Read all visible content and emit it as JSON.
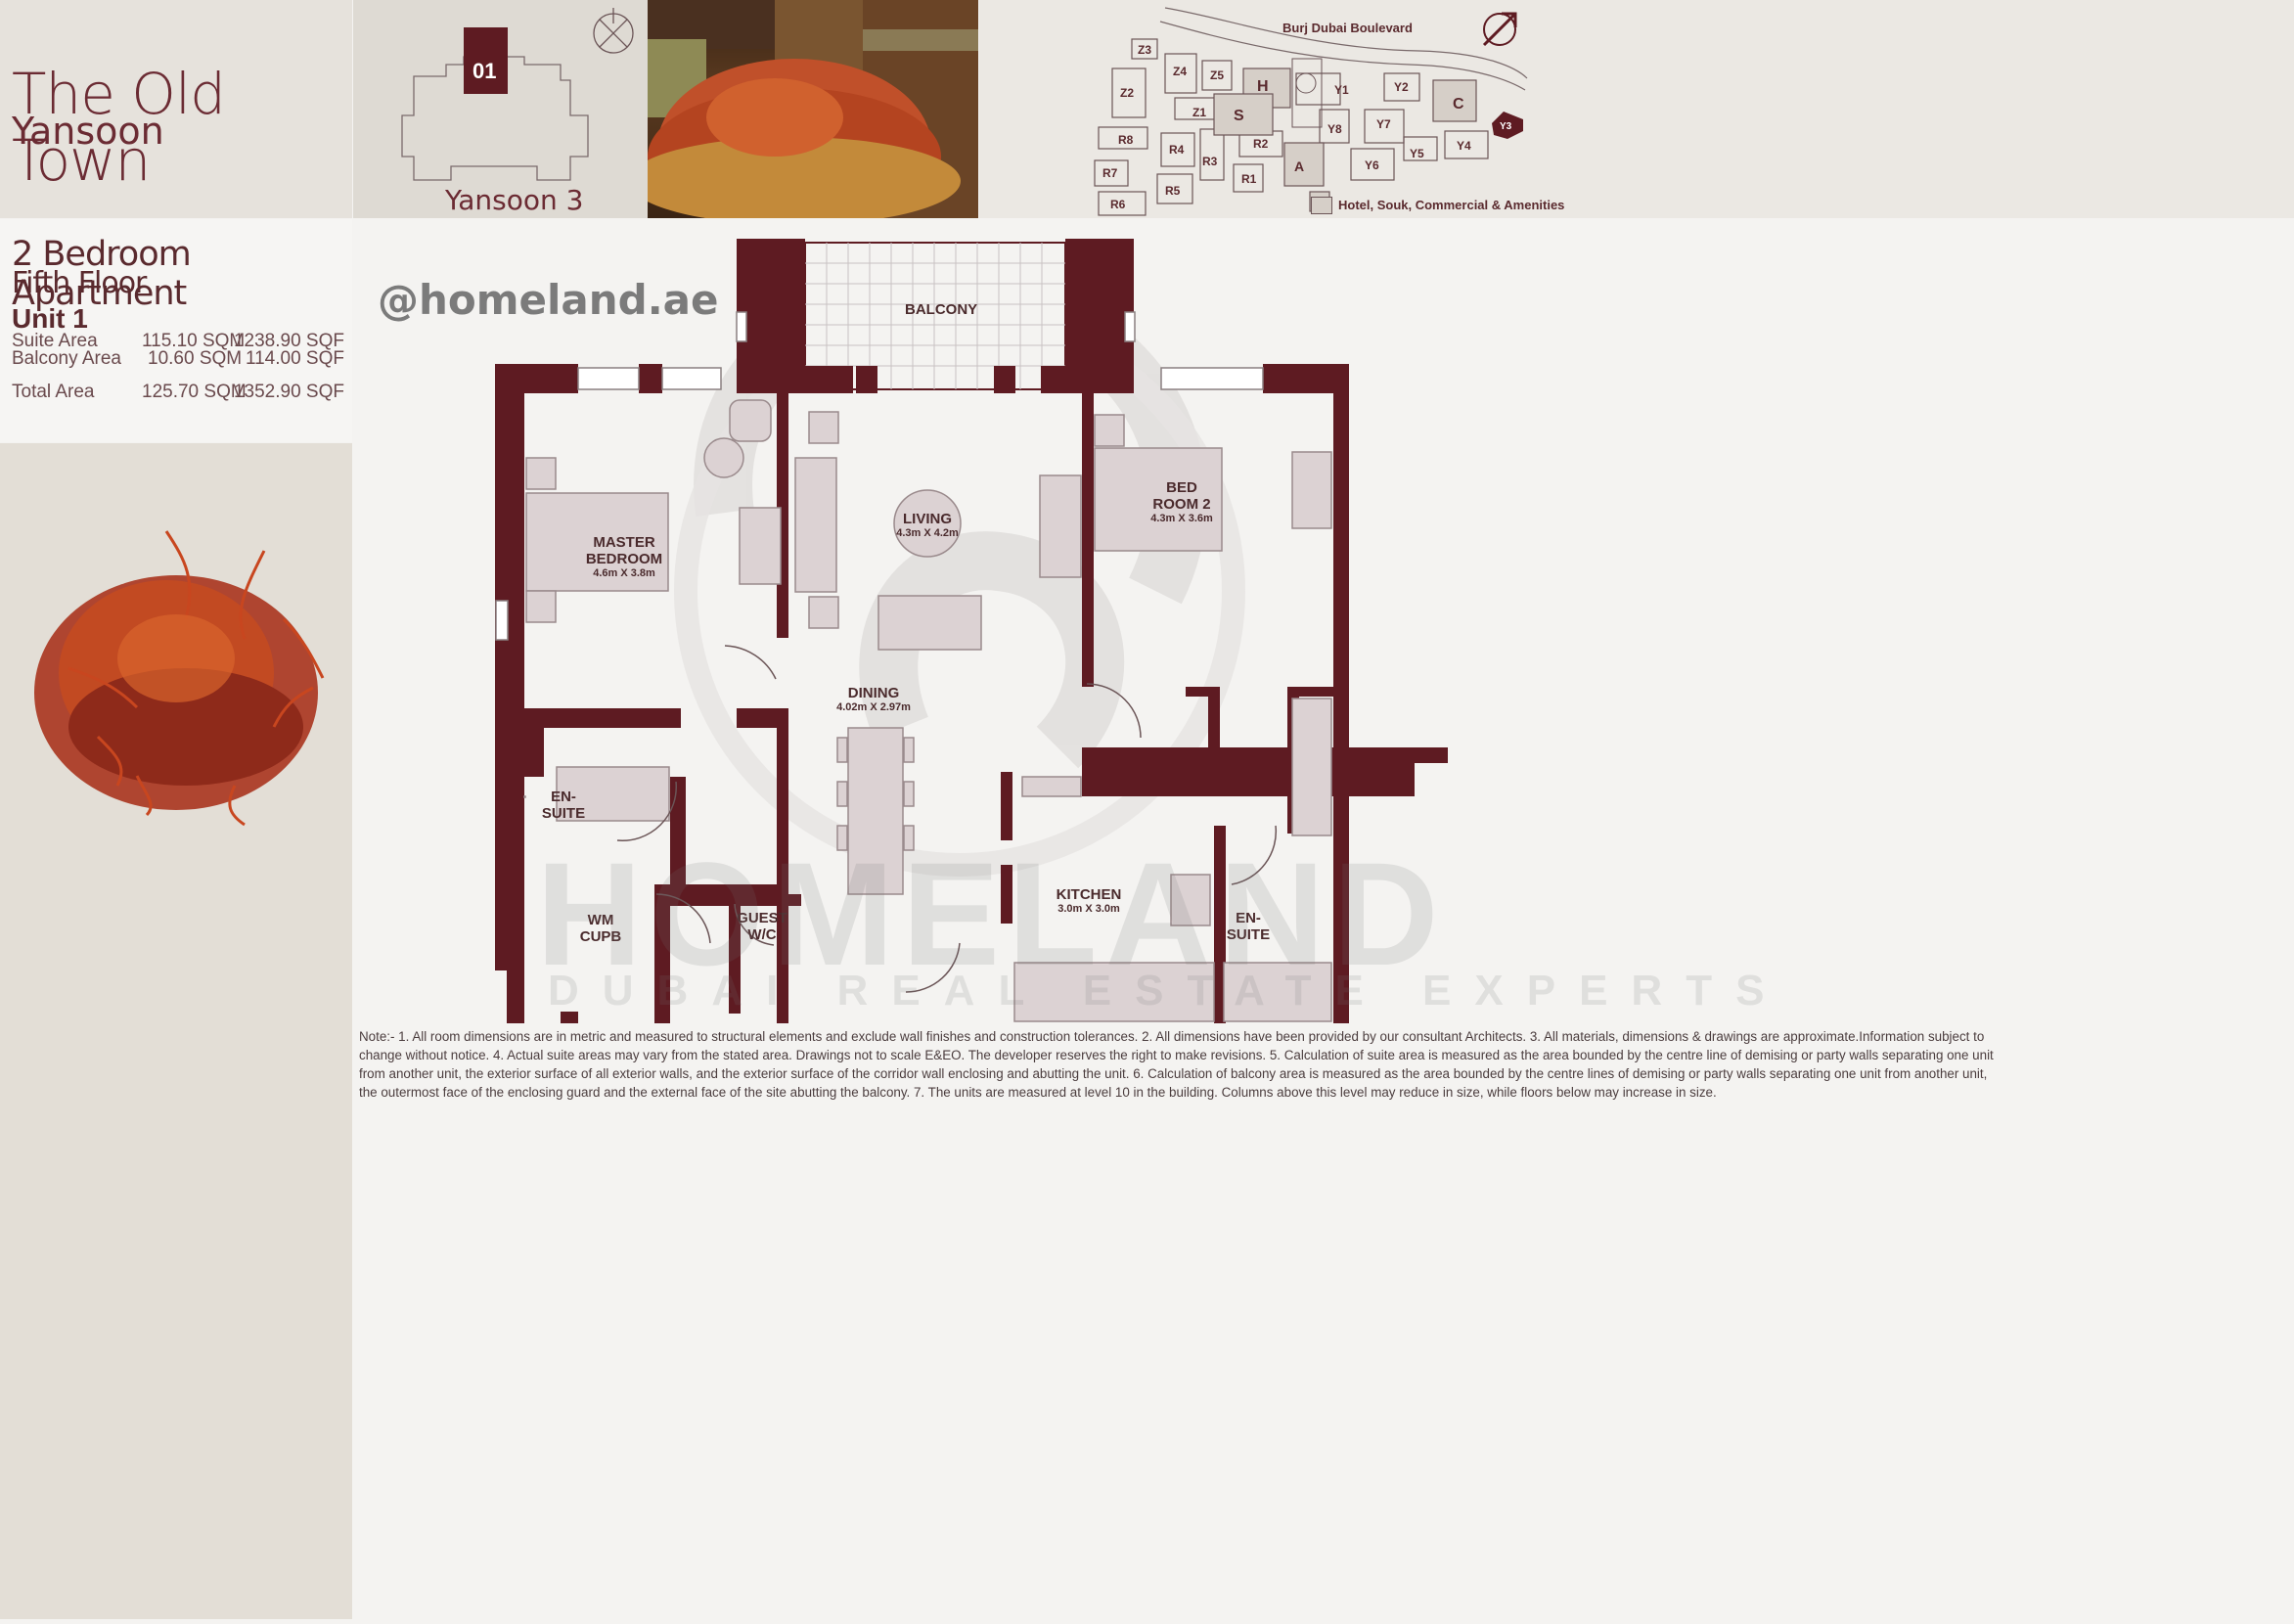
{
  "header": {
    "project_title": "The Old Town",
    "project_subtitle": "Yansoon",
    "building_name": "Yansoon 3",
    "unit_number_badge": "01"
  },
  "details": {
    "apartment_type": "2 Bedroom Apartment",
    "floor": "Fifth Floor",
    "unit": "Unit 1",
    "areas": [
      {
        "label": "Suite Area",
        "sqm": "115.10 SQM",
        "sqf": "1238.90 SQF"
      },
      {
        "label": "Balcony  Area",
        "sqm": "10.60 SQM",
        "sqf": "114.00 SQF"
      },
      {
        "label": "Total Area",
        "sqm": "125.70 SQM",
        "sqf": "1352.90 SQF"
      }
    ]
  },
  "watermark": {
    "handle": "@homeland.ae",
    "brand": "HOMELAND",
    "tagline": "DUBAI REAL ESTATE EXPERTS"
  },
  "site_map": {
    "road": "Burj Dubai Boulevard",
    "legend": "Hotel, Souk, Commercial & Amenities",
    "blocks": [
      "Z3",
      "Z4",
      "Z5",
      "H",
      "Y1",
      "Y2",
      "Z2",
      "Z1",
      "S",
      "C",
      "Y3",
      "Y8",
      "Y7",
      "R8",
      "R4",
      "R2",
      "R3",
      "Y5",
      "Y4",
      "R7",
      "A",
      "Y6",
      "R1",
      "R5",
      "R6"
    ],
    "highlighted_block": "Y3"
  },
  "rooms": {
    "balcony": {
      "name": "BALCONY"
    },
    "master": {
      "name1": "MASTER",
      "name2": "BEDROOM",
      "size": "4.6m X 3.8m"
    },
    "living": {
      "name": "LIVING",
      "size": "4.3m X 4.2m"
    },
    "bed2": {
      "name1": "BED",
      "name2": "ROOM 2",
      "size": "4.3m X 3.6m"
    },
    "dining": {
      "name": "DINING",
      "size": "4.02m X 2.97m"
    },
    "ensuite_left": {
      "name1": "EN-",
      "name2": "SUITE"
    },
    "ensuite_right": {
      "name1": "EN-",
      "name2": "SUITE"
    },
    "wm": {
      "name1": "WM",
      "name2": "CUPB"
    },
    "guest": {
      "name1": "GUEST",
      "name2": "W/C"
    },
    "kitchen": {
      "name": "KITCHEN",
      "size": "3.0m X 3.0m"
    }
  },
  "notes": {
    "line1": "Note:- 1. All room dimensions are in metric and measured to structural elements and exclude wall finishes and construction tolerances. 2. All dimensions have been provided by our consultant Architects. 3. All materials, dimensions & drawings are approximate.Information subject to",
    "line2": "change without notice. 4. Actual suite areas may vary from the stated area. Drawings not to scale E&EO. The developer reserves the right to make revisions. 5. Calculation of suite area is measured as the area bounded by the centre line of demising or party walls separating one unit",
    "line3": "from another unit, the exterior surface of all exterior walls, and the exterior surface of the corridor wall enclosing and abutting the unit. 6. Calculation of balcony area is measured as the area bounded by the centre lines of demising or party walls separating one unit from another unit,",
    "line4": "the outermost face of the enclosing guard and the external face of the site abutting the balcony. 7. The units are measured at level 10 in the building. Columns above this level may reduce in size, while floors below may increase in size."
  },
  "colors": {
    "wall": "#5e1b22",
    "furniture": "#dcd2d3",
    "beige_panel": "#e6e2dc",
    "saffron": "#b7421e"
  }
}
